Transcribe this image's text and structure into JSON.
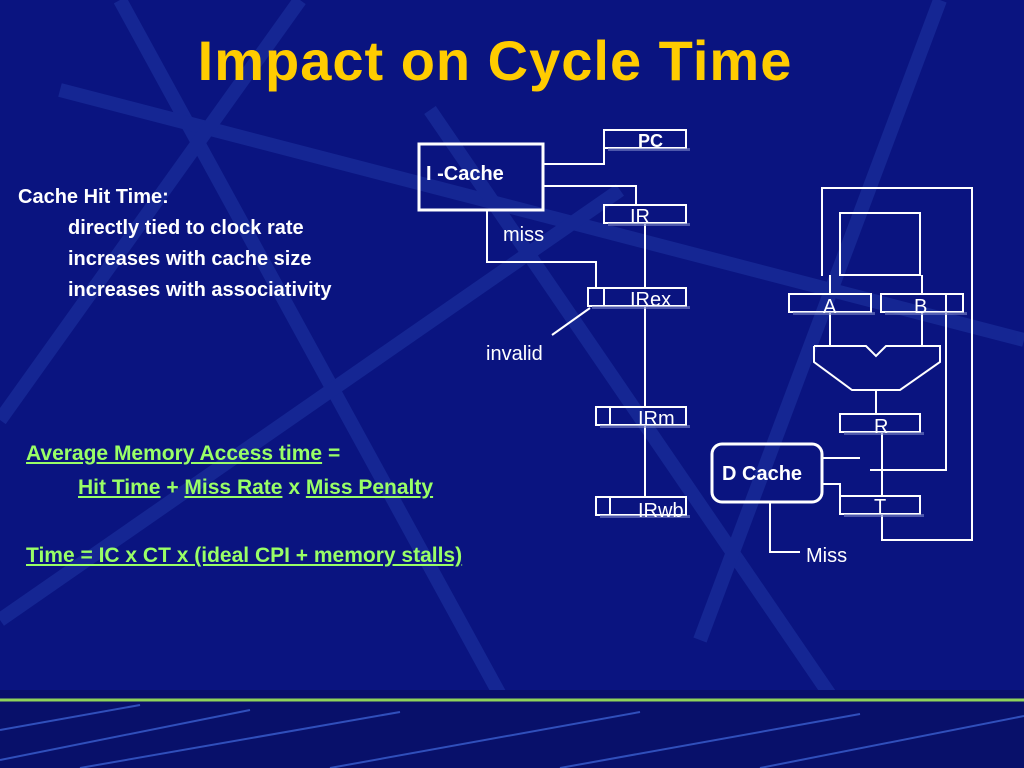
{
  "title": "Impact on Cycle Time",
  "left_text": {
    "heading": "Cache Hit Time:",
    "bullets": [
      "directly tied to clock rate",
      "increases with cache size",
      "increases with associativity"
    ]
  },
  "formulas": {
    "amat_label": "Average Memory Access time",
    "equals": "=",
    "hit_time": "Hit Time",
    "plus": "+",
    "miss_rate": "Miss Rate",
    "times": "x",
    "miss_penalty": "Miss Penalty",
    "time_eq": "Time = IC x CT x (ideal CPI + memory stalls)"
  },
  "diagram": {
    "pc": "PC",
    "icache": "I -Cache",
    "miss_i": "miss",
    "ir": "IR",
    "irex": "IRex",
    "invalid": "invalid",
    "irm": "IRm",
    "irwb": "IRwb",
    "a": "A",
    "b": "B",
    "r": "R",
    "t": "T",
    "dcache": "D Cache",
    "miss_d": "Miss"
  },
  "colors": {
    "background": "#0a1480",
    "title": "#ffcc00",
    "text": "#ffffff",
    "formula": "#99ff66",
    "stripe": "#8fd45a"
  }
}
